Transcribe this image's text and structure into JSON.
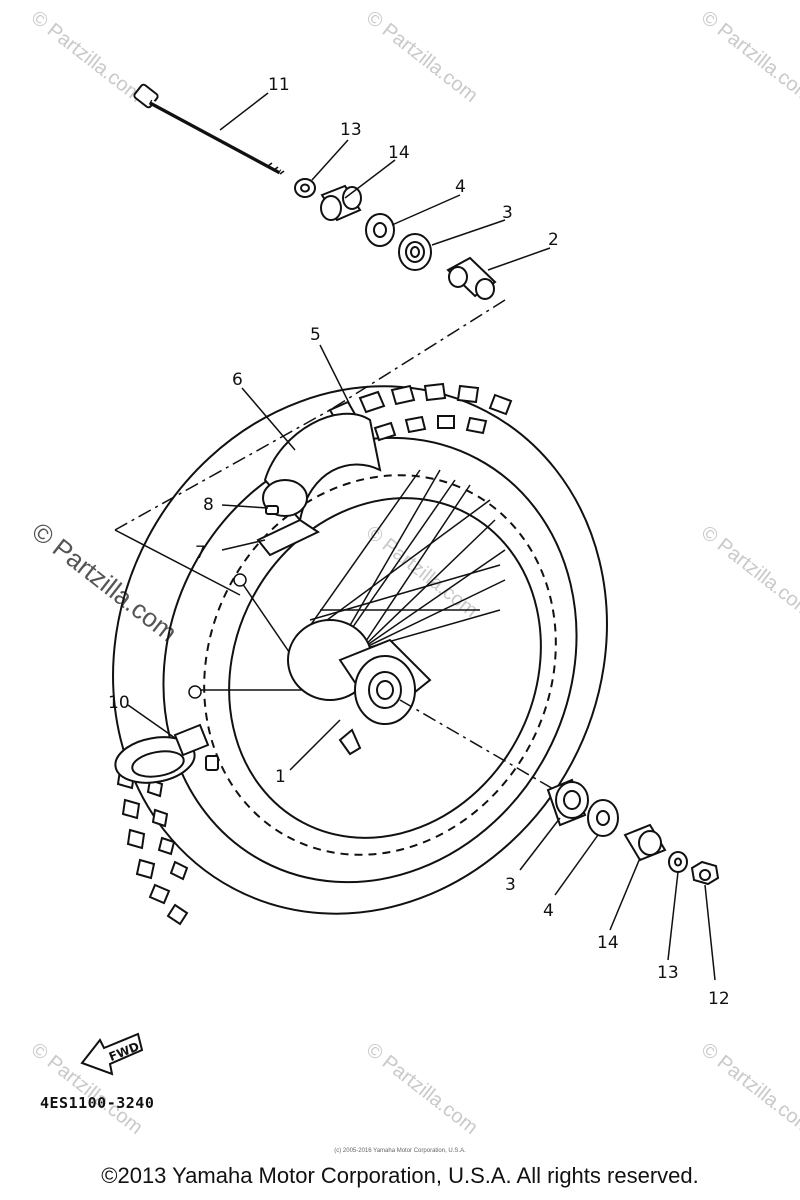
{
  "diagram": {
    "part_number": "4ES1100-3240",
    "copyright": "©2013 Yamaha Motor Corporation, U.S.A. All rights reserved.",
    "copyright_small": "(c) 2005-2016 Yamaha Motor Corporation, U.S.A.",
    "fwd_label": "FWD",
    "watermark": "© Partzilla.com",
    "callouts": {
      "c1": "1",
      "c2": "2",
      "c3a": "3",
      "c3b": "3",
      "c4a": "4",
      "c4b": "4",
      "c5": "5",
      "c6": "6",
      "c7": "7",
      "c8": "8",
      "c10": "10",
      "c11": "11",
      "c12": "12",
      "c13a": "13",
      "c13b": "13",
      "c14a": "14",
      "c14b": "14"
    }
  }
}
